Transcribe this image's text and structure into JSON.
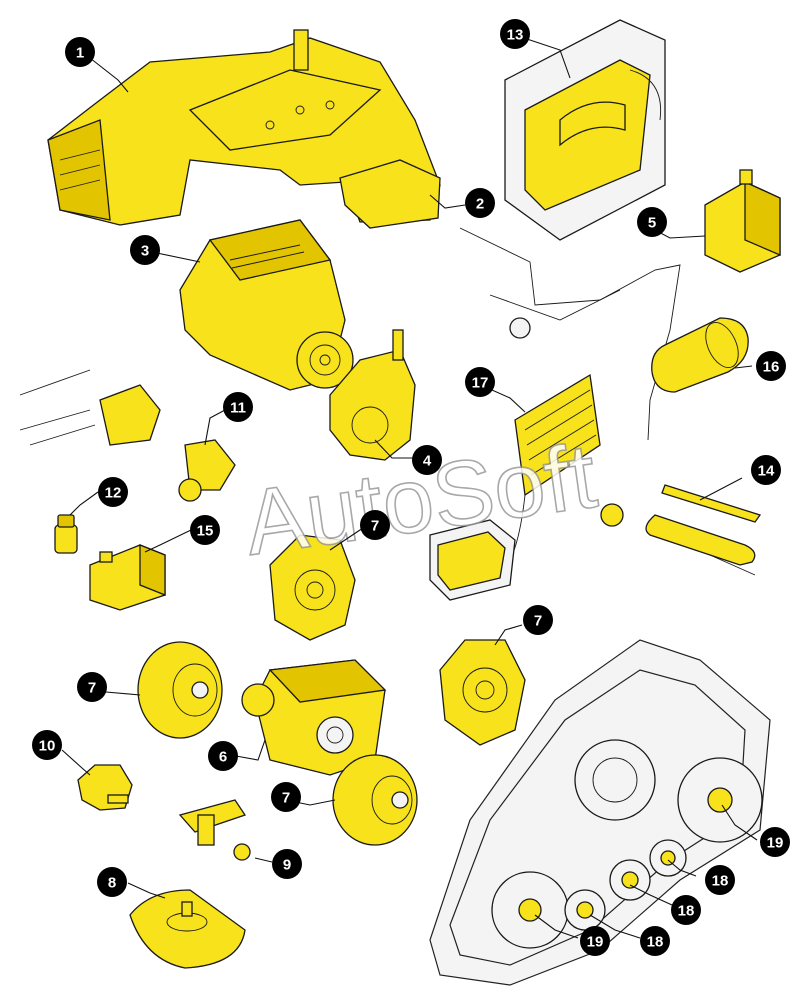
{
  "watermark": "AutoSoft",
  "colors": {
    "part_fill": "#f7e21b",
    "part_shade": "#e2c400",
    "outline": "#1a1a1a",
    "callout": "#000000",
    "track": "#f4f4f4"
  },
  "callouts": {
    "c1": "1",
    "c2": "2",
    "c3": "3",
    "c4": "4",
    "c5": "5",
    "c6": "6",
    "c7a": "7",
    "c7b": "7",
    "c7c": "7",
    "c7d": "7",
    "c8": "8",
    "c9": "9",
    "c10": "10",
    "c11": "11",
    "c12": "12",
    "c13": "13",
    "c14": "14",
    "c15": "15",
    "c16": "16",
    "c17": "17",
    "c18a": "18",
    "c18b": "18",
    "c18c": "18",
    "c19a": "19",
    "c19b": "19"
  }
}
